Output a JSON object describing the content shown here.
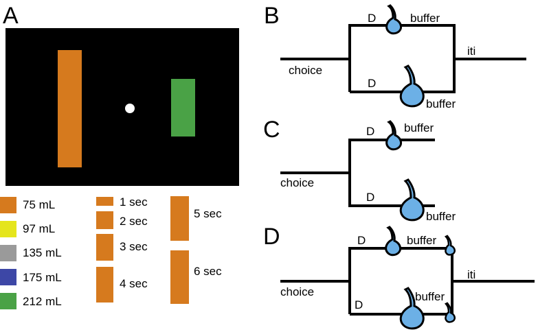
{
  "panels": {
    "a": "A",
    "b": "B",
    "c": "C",
    "d": "D"
  },
  "screen": {
    "background": "#000000",
    "left_bar_color": "#d67a1e",
    "right_bar_color": "#4aa246",
    "fixation_color": "#ffffff"
  },
  "volume_legend": [
    {
      "label": "75 mL",
      "color": "#d67a1e"
    },
    {
      "label": "97 mL",
      "color": "#e5e51c"
    },
    {
      "label": "135 mL",
      "color": "#9a9a9a"
    },
    {
      "label": "175 mL",
      "color": "#3d47a6"
    },
    {
      "label": "212 mL",
      "color": "#4aa246"
    }
  ],
  "delay_legend": {
    "color": "#d67a1e",
    "items": [
      "1 sec",
      "2 sec",
      "3 sec",
      "4 sec",
      "5 sec",
      "6 sec"
    ]
  },
  "diagram_labels": {
    "choice": "choice",
    "delay": "D",
    "buffer": "buffer",
    "iti": "iti"
  },
  "drop_color": "#6cb0e6"
}
